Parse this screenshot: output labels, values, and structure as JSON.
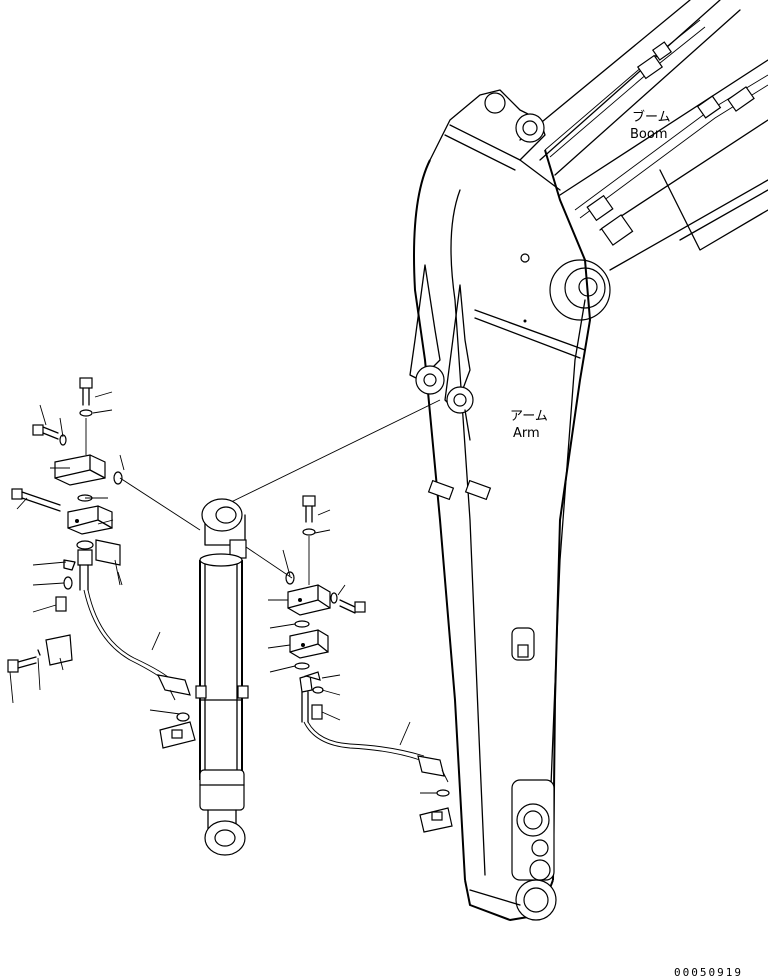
{
  "labels": {
    "boom_jp": "ブーム",
    "boom_en": "Boom",
    "arm_jp": "アーム",
    "arm_en": "Arm"
  },
  "drawing_code": "00050919"
}
